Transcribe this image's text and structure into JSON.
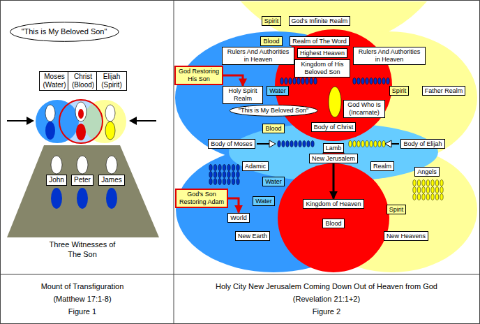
{
  "diagram": {
    "nodes": [
      {
        "text": [
          "\"This is My Beloved Son\""
        ]
      },
      {
        "text": [
          "Moses (Water)"
        ]
      },
      {
        "text": [
          "Christ (Blood)"
        ]
      },
      {
        "text": [
          "Elijah (Spirit)"
        ]
      },
      {
        "text": [
          "John"
        ]
      },
      {
        "text": [
          "Peter"
        ]
      },
      {
        "text": [
          "James"
        ]
      },
      {
        "text": [
          "Spirit"
        ]
      },
      {
        "text": [
          "God's Infinite Realm"
        ]
      },
      {
        "text": [
          "Blood"
        ]
      },
      {
        "text": [
          "Realm of The Word"
        ]
      },
      {
        "text": [
          "Highest Heaven"
        ]
      },
      {
        "text": [
          "Rulers And Authorities in Heaven"
        ]
      },
      {
        "text": [
          "Rulers And Authorities in Heaven"
        ]
      },
      {
        "text": [
          "Kingdom of His Beloved Son"
        ]
      },
      {
        "text": [
          "God Restoring His Son"
        ]
      },
      {
        "text": [
          "Holy Spirit Realm"
        ]
      },
      {
        "text": [
          "Water"
        ]
      },
      {
        "text": [
          "Spirit"
        ]
      },
      {
        "text": [
          "Father Realm"
        ]
      },
      {
        "text": [
          "\"This is My Beloved Son\""
        ]
      },
      {
        "text": [
          "God Who Is (Incarnate)"
        ]
      },
      {
        "text": [
          "Blood"
        ]
      },
      {
        "text": [
          "Body of Christ"
        ]
      },
      {
        "text": [
          "Body of Moses"
        ]
      },
      {
        "text": [
          "Body of Elijah"
        ]
      },
      {
        "text": [
          "Lamb"
        ]
      },
      {
        "text": [
          "New Jerusalem"
        ]
      },
      {
        "text": [
          "Adamic"
        ]
      },
      {
        "text": [
          "Realm"
        ]
      },
      {
        "text": [
          "Water"
        ]
      },
      {
        "text": [
          "God's Son Restoring Adam"
        ]
      },
      {
        "text": [
          "World"
        ]
      },
      {
        "text": [
          "Water"
        ]
      },
      {
        "text": [
          "Kingdom of Heaven"
        ]
      },
      {
        "text": [
          "Blood"
        ]
      },
      {
        "text": [
          "Angels"
        ]
      },
      {
        "text": [
          "Spirit"
        ]
      },
      {
        "text": [
          "New Earth"
        ]
      },
      {
        "text": [
          "New Heavens"
        ]
      }
    ],
    "edges": [
      {
        "from": 15,
        "to": 16,
        "arrow": "to"
      },
      {
        "from": 31,
        "to": 32,
        "arrow": "to"
      },
      {
        "from": 27,
        "to": 34,
        "arrow": "to"
      }
    ],
    "labels": [
      "Three Witnesses of The Son",
      "Mount of Transfiguration",
      "(Matthew 17:1-8)",
      "Figure 1",
      "Holy City New Jerusalem Coming Down Out of Heaven from God",
      "(Revelation 21:1+2)",
      "Figure 2"
    ]
  }
}
